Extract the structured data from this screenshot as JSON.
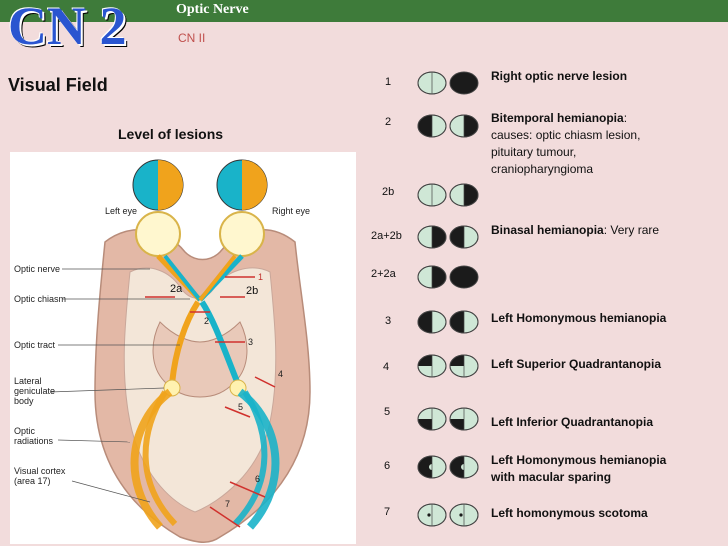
{
  "header": {
    "title": "CN 2",
    "subtitle": "Optic Nerve",
    "subsubtitle": "CN II"
  },
  "left": {
    "section_title": "Visual Field",
    "diagram_title": "Level of lesions"
  },
  "diagram_labels": {
    "left_eye": "Left eye",
    "right_eye": "Right eye",
    "optic_nerve": "Optic nerve",
    "optic_chiasm": "Optic chiasm",
    "optic_tract": "Optic tract",
    "lgb_1": "Lateral",
    "lgb_2": "geniculate",
    "lgb_3": "body",
    "radiations_1": "Optic",
    "radiations_2": "radiations",
    "cortex_1": "Visual cortex",
    "cortex_2": "(area 17)",
    "n1": "1",
    "n2": "2",
    "n3": "3",
    "n4": "4",
    "n5": "5",
    "n6": "6",
    "n7": "7",
    "label_2a": "2a",
    "label_2b": "2b"
  },
  "fields": [
    {
      "num": "1",
      "bold": "Right optic nerve lesion",
      "rest": "",
      "line2": "",
      "line3": "",
      "pattern": "right-full"
    },
    {
      "num": "2",
      "bold": "Bitemporal hemianopia",
      "rest": ":",
      "line2": "causes: optic chiasm lesion,",
      "line3": "pituitary tumour,",
      "line4": "craniopharyngioma",
      "pattern": "bitemporal"
    },
    {
      "num": "2b",
      "bold": "",
      "rest": "",
      "line2": "",
      "line3": "",
      "pattern": "right-temporal"
    },
    {
      "num": "2a+2b",
      "bold": "Binasal hemianopia",
      "rest": ": Very rare",
      "line2": "",
      "line3": "",
      "pattern": "binasal"
    },
    {
      "num": "2+2a",
      "bold": "",
      "rest": "",
      "line2": "",
      "line3": "",
      "pattern": "left-nasal-right-full"
    },
    {
      "num": "3",
      "bold": "Left Homonymous hemianopia",
      "rest": "",
      "line2": "",
      "line3": "",
      "pattern": "left-homonymous"
    },
    {
      "num": "4",
      "bold": "Left Superior Quadrantanopia",
      "rest": "",
      "line2": "",
      "line3": "",
      "pattern": "left-superior"
    },
    {
      "num": "5",
      "bold": "Left Inferior Quadrantanopia",
      "rest": "",
      "line2": "",
      "line3": "",
      "pattern": "left-inferior"
    },
    {
      "num": "6",
      "bold": "Left Homonymous hemianopia",
      "rest": "",
      "line2": "with macular sparing",
      "line3": "",
      "pattern": "macular-sparing"
    },
    {
      "num": "7",
      "bold": "Left homonymous scotoma",
      "rest": "",
      "line2": "",
      "line3": "",
      "pattern": "scotoma"
    }
  ],
  "colors": {
    "topbar": "#3e7b3a",
    "title": "#2a55d0",
    "field_fill": "#cfe7d6",
    "field_dark": "#1b1b1b",
    "left_eye": "#19b3c9",
    "right_eye": "#f0a31c",
    "brain": "#e3b8a6",
    "white_matter": "#f3e6d8"
  }
}
